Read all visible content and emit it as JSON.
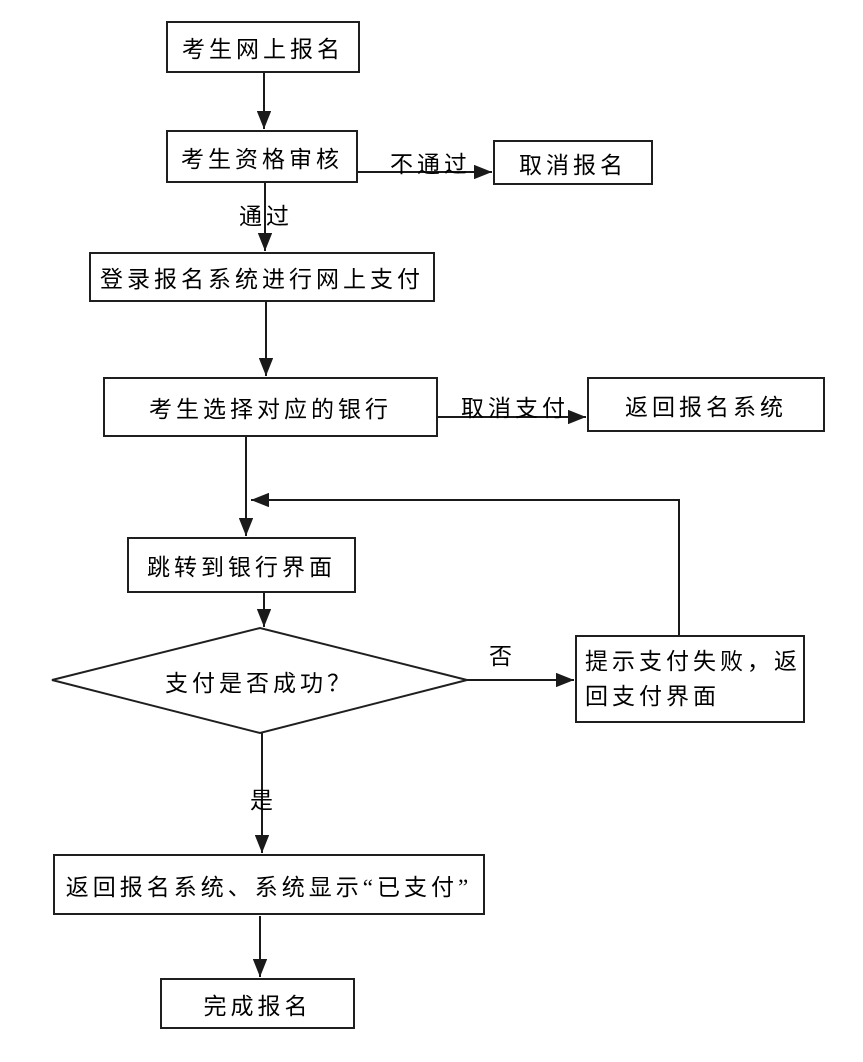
{
  "diagram": {
    "type": "flowchart",
    "language": "zh-CN",
    "colors": {
      "background": "#ffffff",
      "line": "#1a1a1a",
      "text": "#000000",
      "node_fill": "#ffffff"
    },
    "nodes": {
      "reg_online": {
        "label": "考生网上报名",
        "shape": "rect"
      },
      "qualification_review": {
        "label": "考生资格审核",
        "shape": "rect"
      },
      "cancel_registration": {
        "label": "取消报名",
        "shape": "rect"
      },
      "login_pay": {
        "label": "登录报名系统进行网上支付",
        "shape": "rect"
      },
      "select_bank": {
        "label": "考生选择对应的银行",
        "shape": "rect"
      },
      "return_system": {
        "label": "返回报名系统",
        "shape": "rect"
      },
      "jump_bank": {
        "label": "跳转到银行界面",
        "shape": "rect"
      },
      "payment_success": {
        "label": "支付是否成功？",
        "shape": "diamond"
      },
      "payment_failed": {
        "label": "提示支付失败，返回支付界面",
        "lines": [
          "提示支付失败，返",
          "回支付界面"
        ],
        "shape": "rect"
      },
      "show_paid": {
        "label": "返回报名系统、系统显示“已支付”",
        "shape": "rect"
      },
      "complete": {
        "label": "完成报名",
        "shape": "rect"
      }
    },
    "edges": [
      {
        "from": "reg_online",
        "to": "cancel_registration_review",
        "label": ""
      },
      {
        "from": "qualification_review",
        "to": "cancel_registration",
        "label": "不通过"
      },
      {
        "from": "qualification_review",
        "to": "login_pay",
        "label": "通过"
      },
      {
        "from": "login_pay",
        "to": "select_bank",
        "label": ""
      },
      {
        "from": "select_bank",
        "to": "return_system",
        "label": "取消支付"
      },
      {
        "from": "select_bank",
        "to": "jump_bank",
        "label": ""
      },
      {
        "from": "jump_bank",
        "to": "payment_success",
        "label": ""
      },
      {
        "from": "payment_success",
        "to": "payment_failed",
        "label": "否"
      },
      {
        "from": "payment_failed",
        "to": "jump_bank",
        "label": ""
      },
      {
        "from": "payment_success",
        "to": "show_paid",
        "label": "是"
      },
      {
        "from": "show_paid",
        "to": "complete",
        "label": ""
      }
    ]
  }
}
